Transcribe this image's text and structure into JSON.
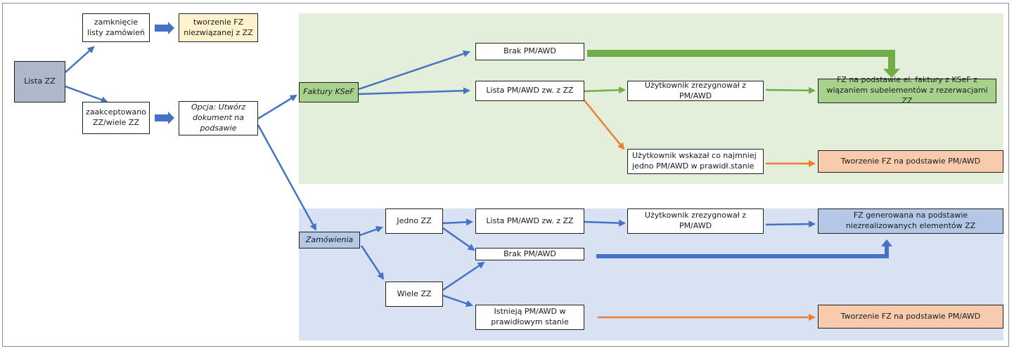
{
  "nodes": {
    "lista_zz": "Lista ZZ",
    "zamkniecie": "zamknięcie listy zamówień",
    "tworzenie_niezw": "tworzenie FZ niezwiązanej z ZZ",
    "zaakceptowano": "zaakceptowano ZZ/wiele ZZ",
    "opcja": "Opcja: Utwórz dokument na podsawie",
    "faktury_ksef": "Faktury KSeF",
    "zamowienia": "Zamówienia",
    "brak_ksef": "Brak PM/AWD",
    "lista_pm_ksef": "Lista PM/AWD zw. z ZZ",
    "uzytk_zrezyg_ksef": "Użytkownik zrezygnował z PM/AWD",
    "fz_ksef": "FZ na podstawie el. faktury z KSeF z wiązaniem subelementów z rezerwacjami ZZ",
    "uzytk_wskazal": "Użytkownik wskazał co najmniej jedno PM/AWD w prawidł.stanie",
    "tworzenie_fz_pm_1": "Tworzenie FZ na podstawie PM/AWD",
    "jedno_zz": "Jedno ZZ",
    "wiele_zz": "Wiele ZZ",
    "lista_pm_zam": "Lista PM/AWD zw. z ZZ",
    "brak_zam": "Brak PM/AWD",
    "istnieja": "Istnieją PM/AWD w prawidłowym stanie",
    "uzytk_zrezyg_zam": "Użytkownik zrezygnował z PM/AWD",
    "fz_generowana": "FZ generowana na podstawie niezrealizowanych elementów ZZ",
    "tworzenie_fz_pm_2": "Tworzenie FZ na podstawie PM/AWD"
  },
  "colors": {
    "arrow_blue": "#4472c4",
    "arrow_green": "#70ad47",
    "arrow_orange": "#ed7d31",
    "region_ksef": "#e3eedb",
    "region_zam": "#d9e2f3"
  }
}
